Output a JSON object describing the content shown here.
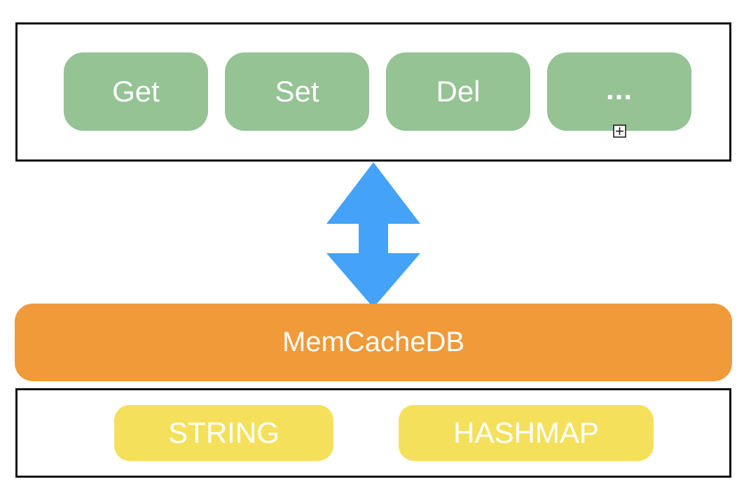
{
  "commands": [
    {
      "label": "Get"
    },
    {
      "label": "Set"
    },
    {
      "label": "Del"
    },
    {
      "label": "..."
    }
  ],
  "database": {
    "label": "MemCacheDB"
  },
  "data_types": [
    {
      "label": "STRING"
    },
    {
      "label": "HASHMAP"
    }
  ],
  "colors": {
    "command_fill": "#95c394",
    "database_fill": "#f09a3a",
    "type_fill": "#f5e05c",
    "arrow_fill": "#44a2f8",
    "frame_border": "#111111",
    "text": "#ffffff"
  },
  "icons": {
    "arrow": "double-headed-vertical-arrow-icon",
    "marker": "plus-box-icon"
  }
}
